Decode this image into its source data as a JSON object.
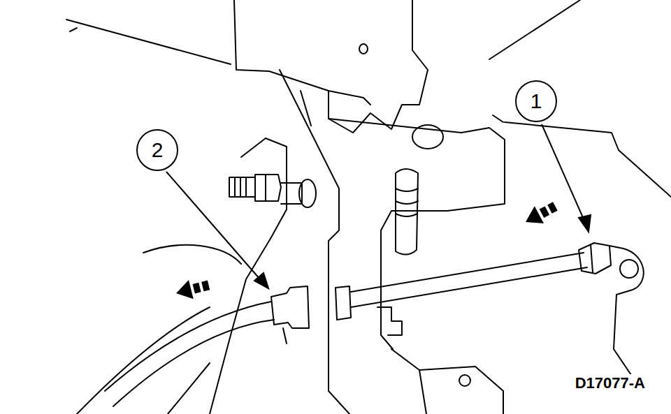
{
  "diagram": {
    "nodes": [
      {
        "text": [
          "1"
        ]
      },
      {
        "text": [
          "2"
        ]
      }
    ],
    "labels": [
      "D17077-A"
    ]
  }
}
